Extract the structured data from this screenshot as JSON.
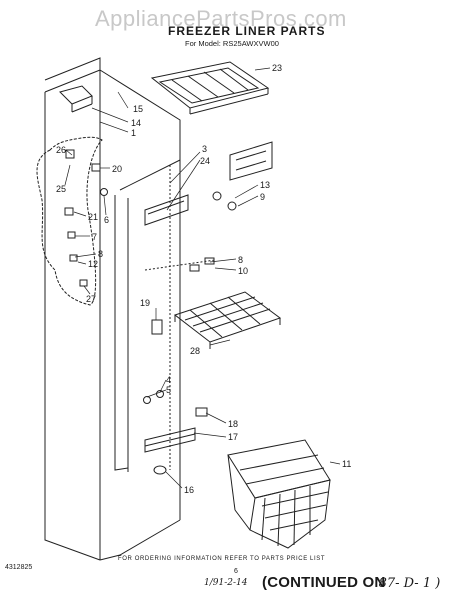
{
  "watermark": "AppliancePartsPros.com",
  "title": "FREEZER LINER PARTS",
  "model_line": "For Model: RS25AWXVW00",
  "callouts": [
    {
      "id": "c23",
      "label": "23"
    },
    {
      "id": "c15",
      "label": "15"
    },
    {
      "id": "c14",
      "label": "14"
    },
    {
      "id": "c1",
      "label": "1"
    },
    {
      "id": "c3",
      "label": "3"
    },
    {
      "id": "c24",
      "label": "24"
    },
    {
      "id": "c26",
      "label": "26"
    },
    {
      "id": "c20",
      "label": "20"
    },
    {
      "id": "c25",
      "label": "25"
    },
    {
      "id": "c13",
      "label": "13"
    },
    {
      "id": "c9",
      "label": "9"
    },
    {
      "id": "c21",
      "label": "21"
    },
    {
      "id": "c6",
      "label": "6"
    },
    {
      "id": "c7",
      "label": "7"
    },
    {
      "id": "c8a",
      "label": "8"
    },
    {
      "id": "c12",
      "label": "12"
    },
    {
      "id": "c8b",
      "label": "8"
    },
    {
      "id": "c10",
      "label": "10"
    },
    {
      "id": "c27",
      "label": "27"
    },
    {
      "id": "c19",
      "label": "19"
    },
    {
      "id": "c28",
      "label": "28"
    },
    {
      "id": "c4",
      "label": "4"
    },
    {
      "id": "c5",
      "label": "5"
    },
    {
      "id": "c18",
      "label": "18"
    },
    {
      "id": "c17",
      "label": "17"
    },
    {
      "id": "c11",
      "label": "11"
    },
    {
      "id": "c16",
      "label": "16"
    }
  ],
  "footer_note": "FOR ORDERING INFORMATION REFER TO PARTS PRICE LIST",
  "doc_number": "4312825",
  "page_number": "6",
  "handwritten_date": "1/91-2-14",
  "continued_label": "(CONTINUED ON",
  "continued_ref": "'87- D- 1  )"
}
